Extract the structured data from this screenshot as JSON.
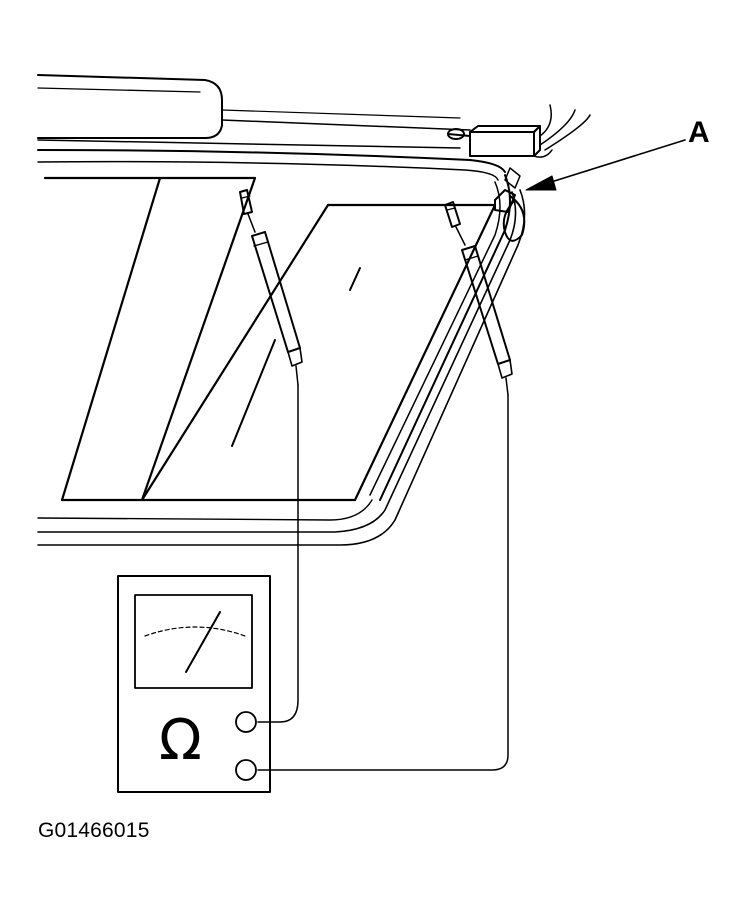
{
  "callout": {
    "label": "A"
  },
  "figure": {
    "code": "G01466015"
  },
  "meter": {
    "unit_symbol": "Ω",
    "icon": "ohmmeter-icon"
  },
  "colors": {
    "ink": "#000000",
    "paper": "#ffffff"
  }
}
